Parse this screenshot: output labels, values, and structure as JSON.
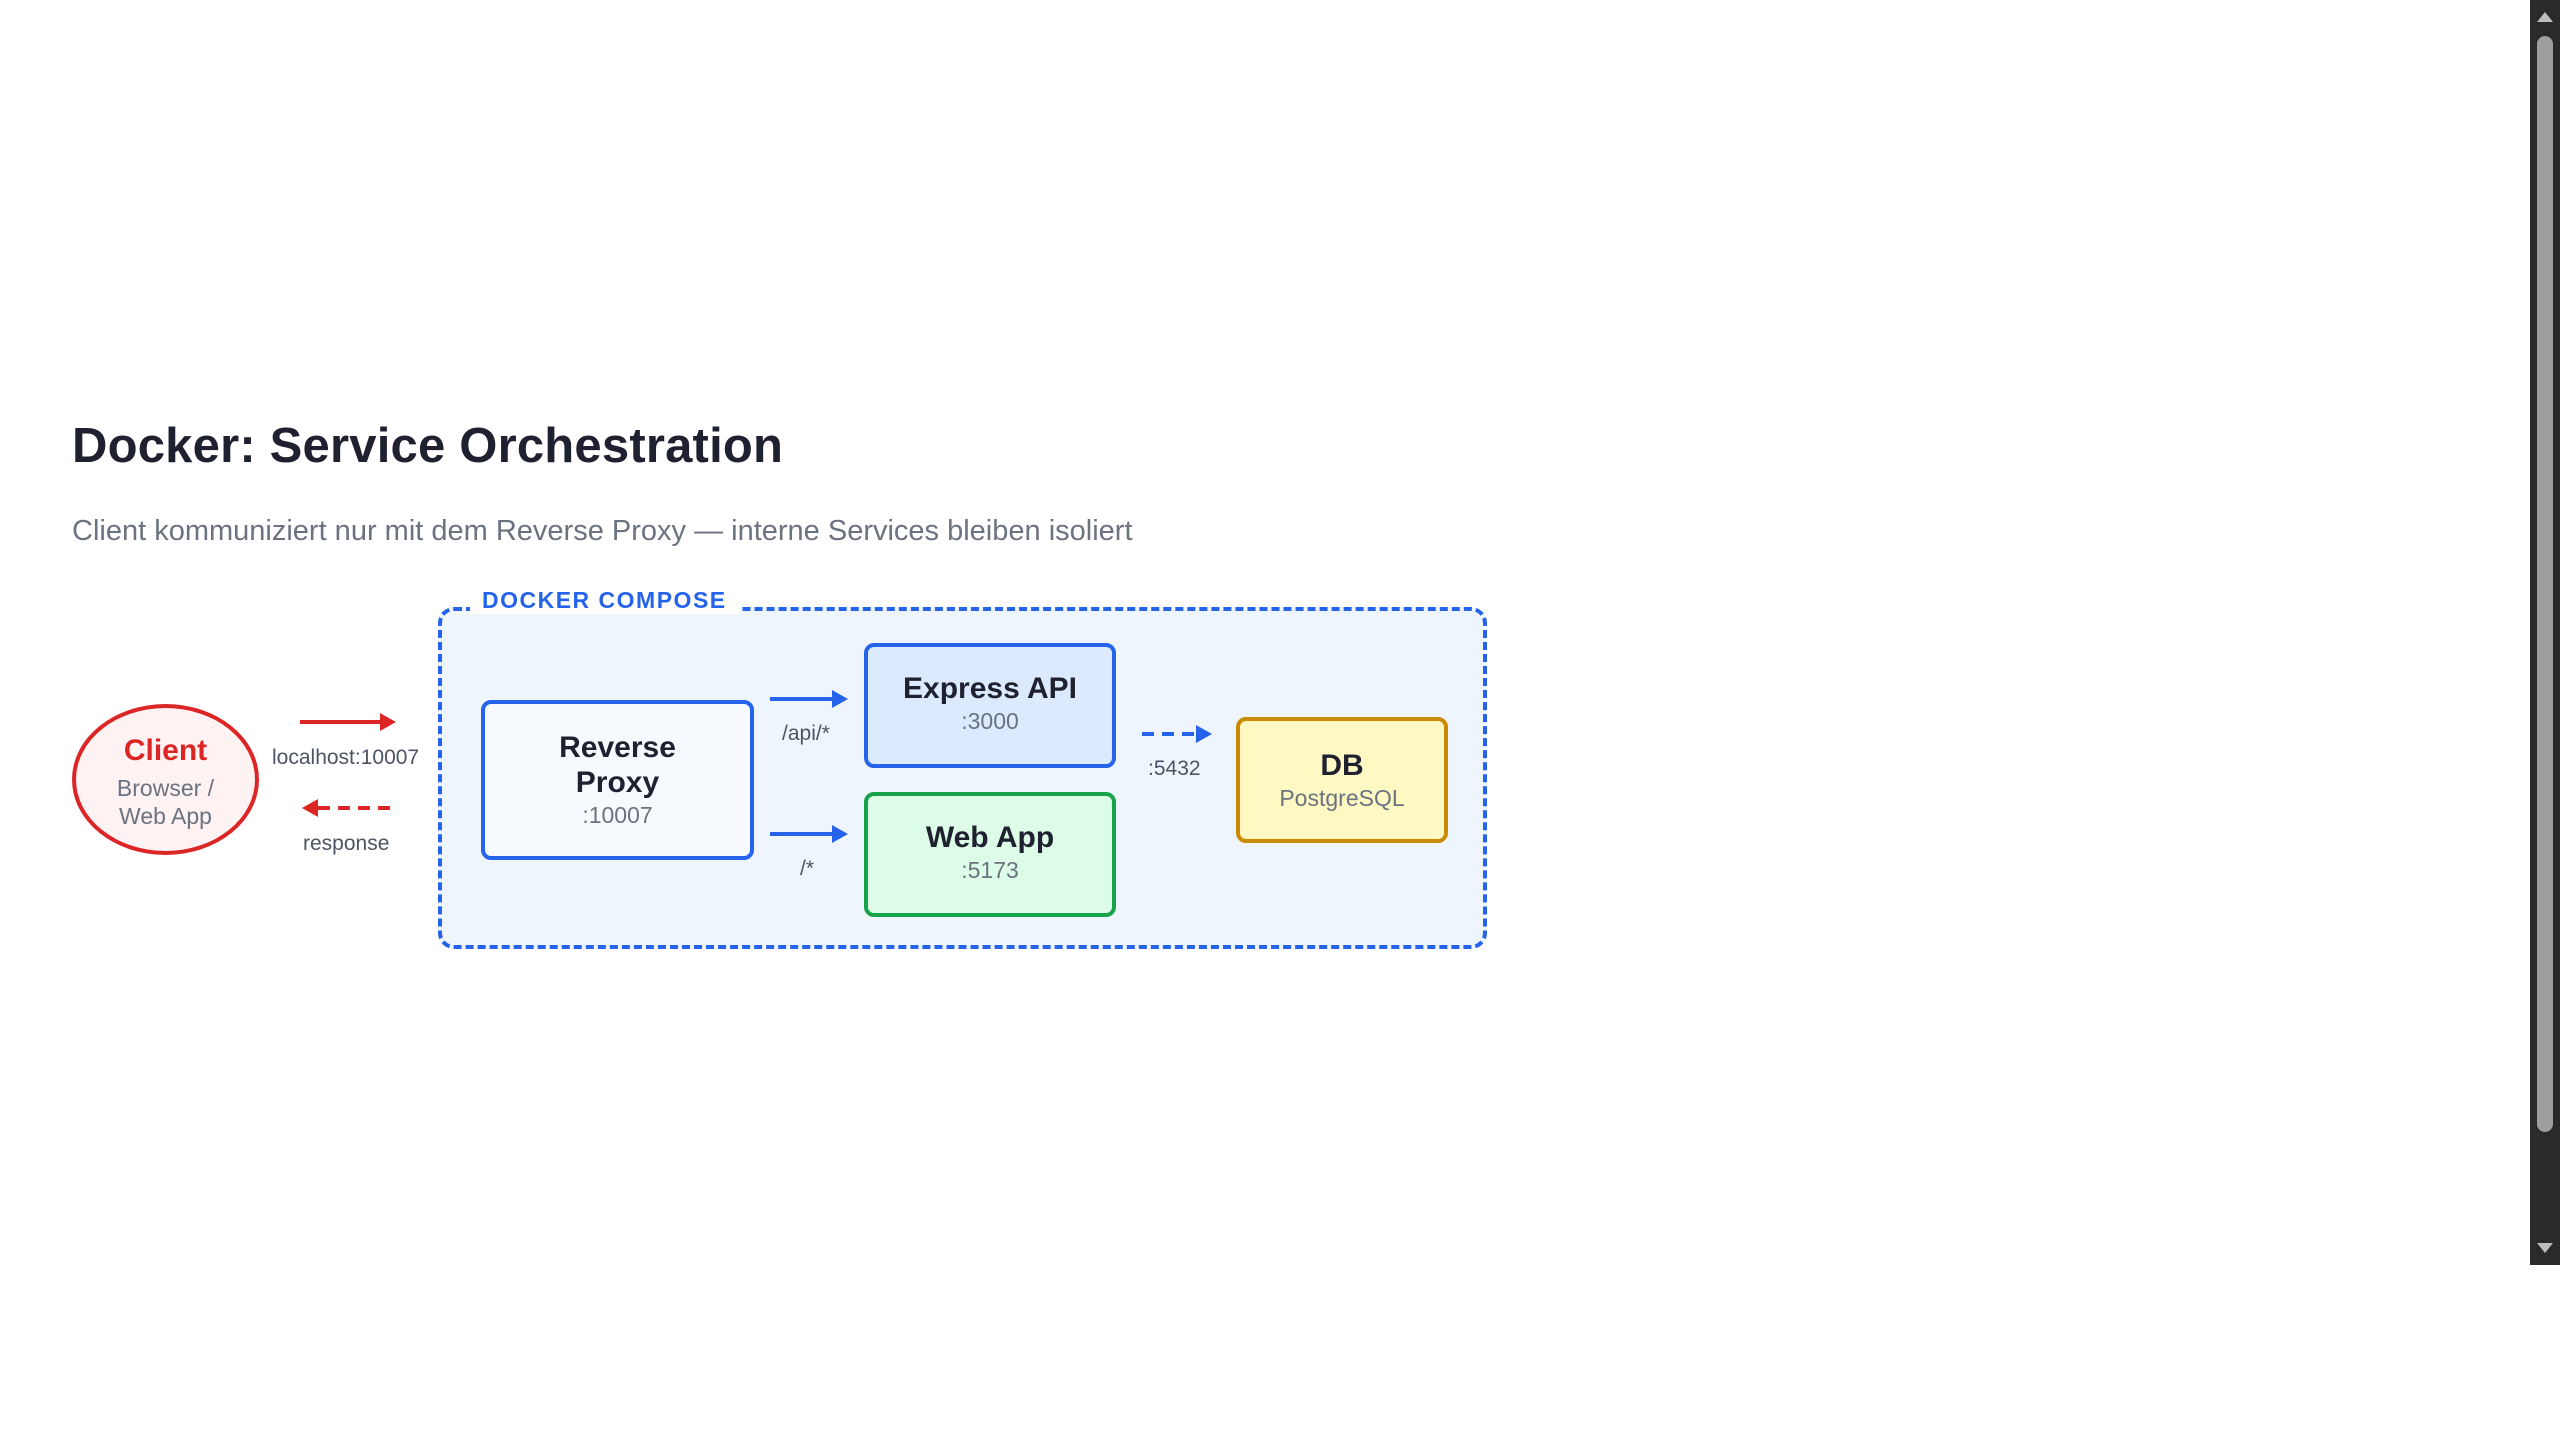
{
  "title": "Docker: Service Orchestration",
  "subtitle": "Client kommuniziert nur mit dem Reverse Proxy — interne Services bleiben isoliert",
  "compose": {
    "label": "DOCKER COMPOSE",
    "border_color": "#2563eb"
  },
  "client": {
    "name": "Client",
    "line1": "Browser /",
    "line2": "Web App",
    "color": "#dc2626"
  },
  "nodes": {
    "proxy": {
      "line1": "Reverse",
      "line2": "Proxy",
      "port": ":10007",
      "color": "#2563eb"
    },
    "express": {
      "name": "Express API",
      "port": ":3000",
      "color": "#2563eb"
    },
    "webapp": {
      "name": "Web App",
      "port": ":5173",
      "color": "#16a34a"
    },
    "db": {
      "name": "DB",
      "sub": "PostgreSQL",
      "color": "#ca8a04"
    }
  },
  "edges": {
    "request": "localhost:10007",
    "response": "response",
    "api_route": "/api/*",
    "web_route": "/*",
    "db_port": ":5432"
  }
}
